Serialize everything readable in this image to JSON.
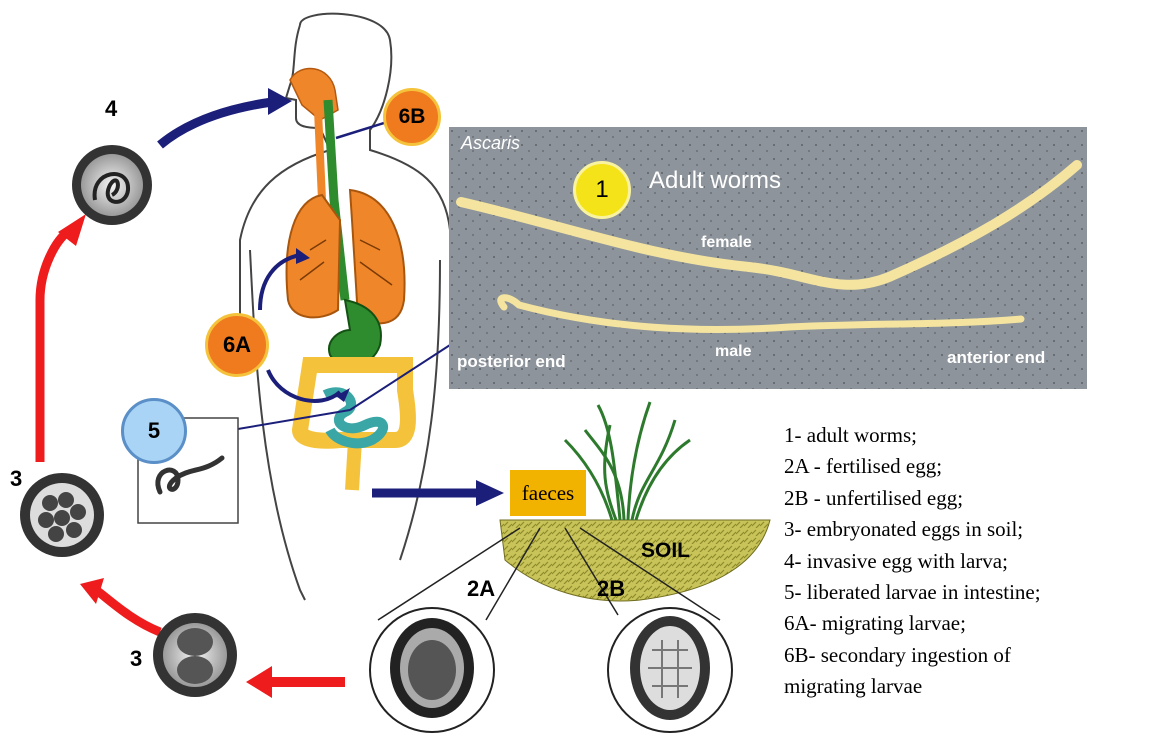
{
  "photo": {
    "genus": "Ascaris",
    "badge": "1",
    "title": "Adult worms",
    "female_label": "female",
    "male_label": "male",
    "posterior_label": "posterior end",
    "anterior_label": "anterior end"
  },
  "markers": {
    "m6b": "6B",
    "m6a": "6A",
    "m5": "5"
  },
  "egg_labels": {
    "stage4": "4",
    "stage3_upper": "3",
    "stage3_lower": "3",
    "fertilised": "2A",
    "unfertilised": "2B"
  },
  "soil": {
    "faeces": "faeces",
    "soil": "SOIL"
  },
  "legend": [
    "1- adult worms;",
    "2A - fertilised egg;",
    "2B - unfertilised egg;",
    "3- embryonated eggs in soil;",
    "4- invasive egg with larva;",
    "5- liberated larvae in intestine;",
    "6A- migrating larvae;",
    "6B- secondary ingestion of",
    "migrating larvae"
  ],
  "colors": {
    "cycle_arrow": "#ee1c1c",
    "route_arrow": "#1b1f7a",
    "lungs": "#f0862a",
    "stomach": "#2e8b2e",
    "intestine": "#f5c33b",
    "small_intestine": "#3aa6a6",
    "marker_orange": "#f07a1e",
    "marker_yellow": "#f5e31a",
    "marker_blue": "#a9d4f5",
    "worm": "#f4e4a0",
    "faeces_box": "#f2b200",
    "soil": "#c8c45a"
  }
}
